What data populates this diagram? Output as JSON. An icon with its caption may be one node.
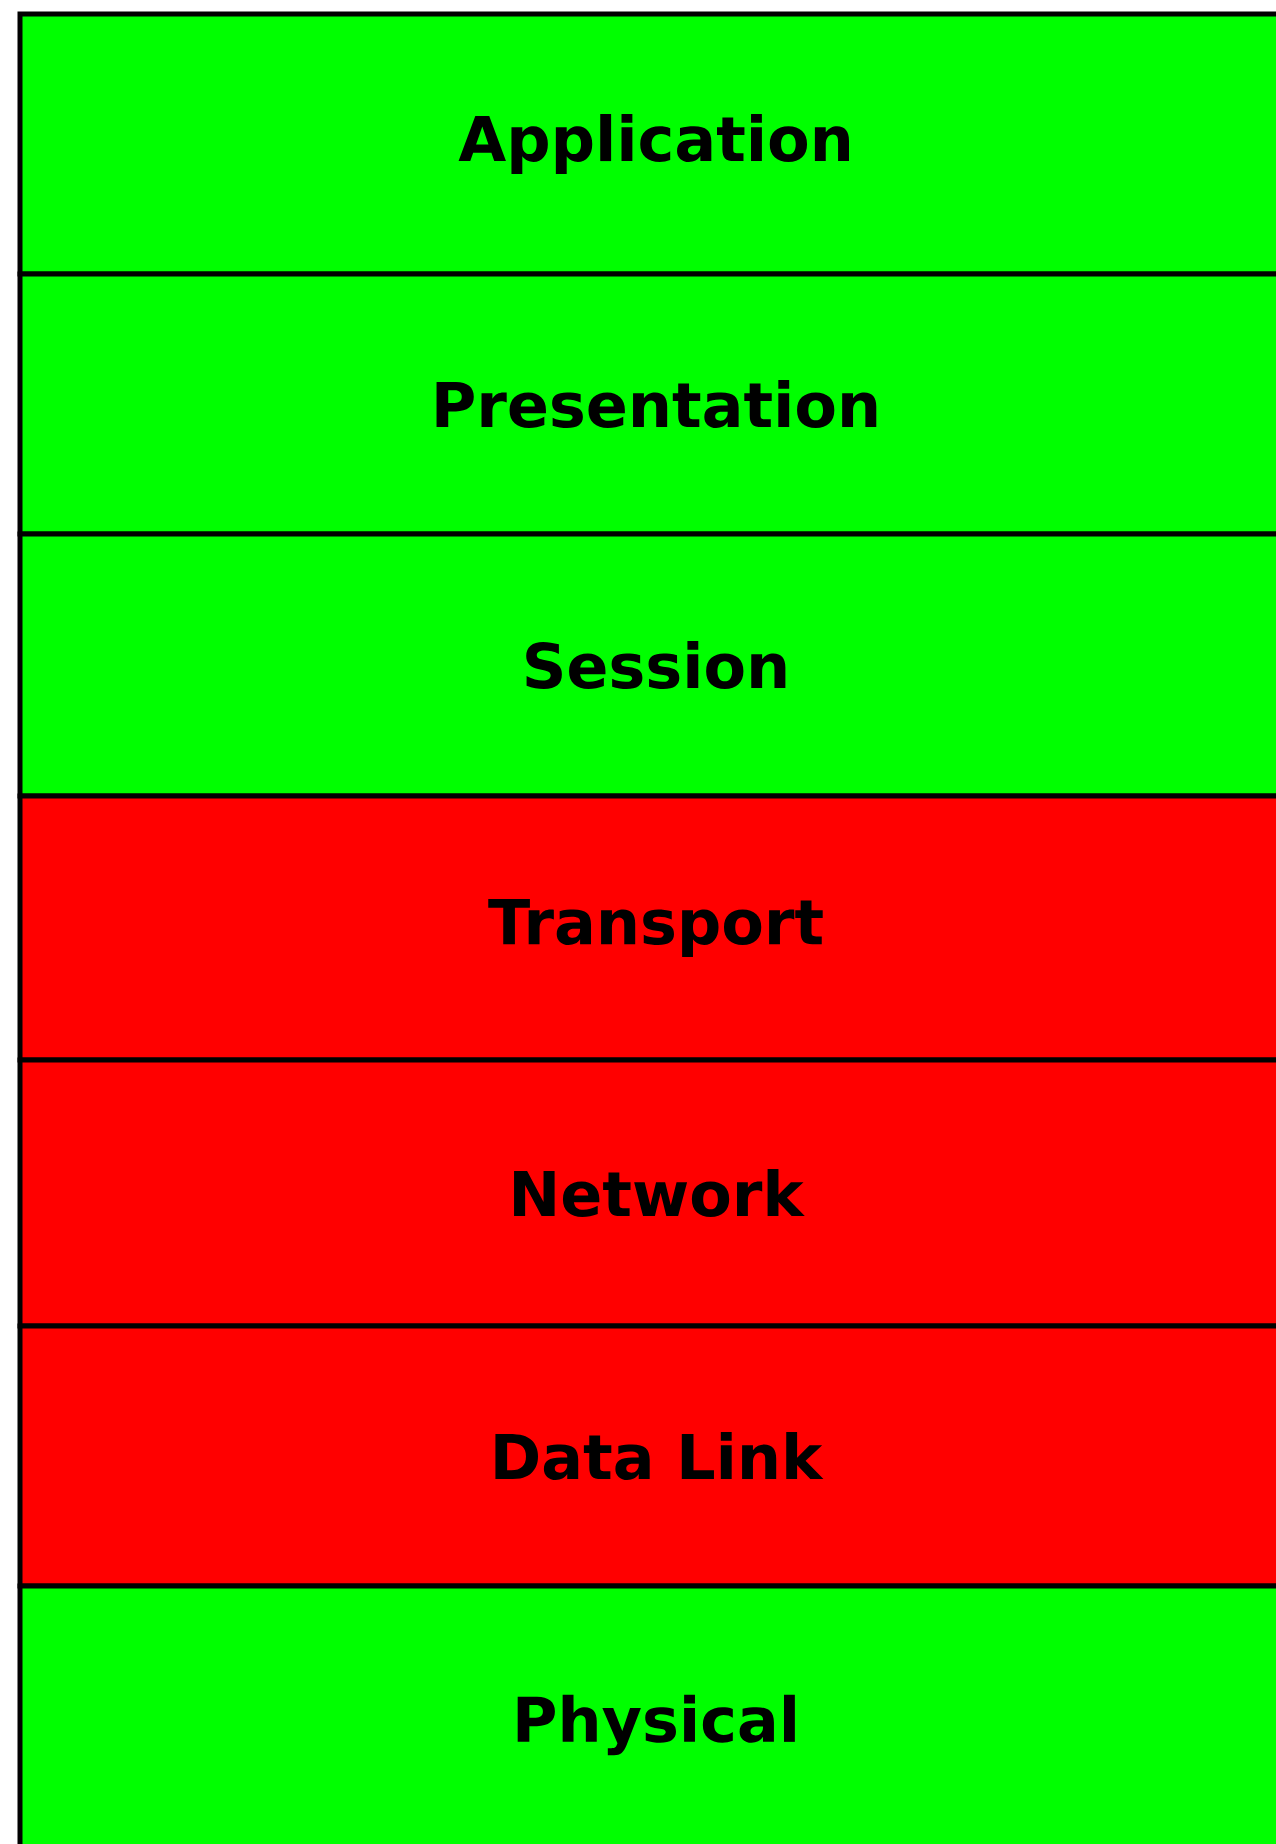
{
  "diagram": {
    "nodes": [
      {
        "text": [
          "Application"
        ]
      },
      {
        "text": [
          "Presentation"
        ]
      },
      {
        "text": [
          "Session"
        ]
      },
      {
        "text": [
          "Transport"
        ]
      },
      {
        "text": [
          "Network"
        ]
      },
      {
        "text": [
          "Data Link"
        ]
      },
      {
        "text": [
          "Physical"
        ]
      }
    ]
  }
}
